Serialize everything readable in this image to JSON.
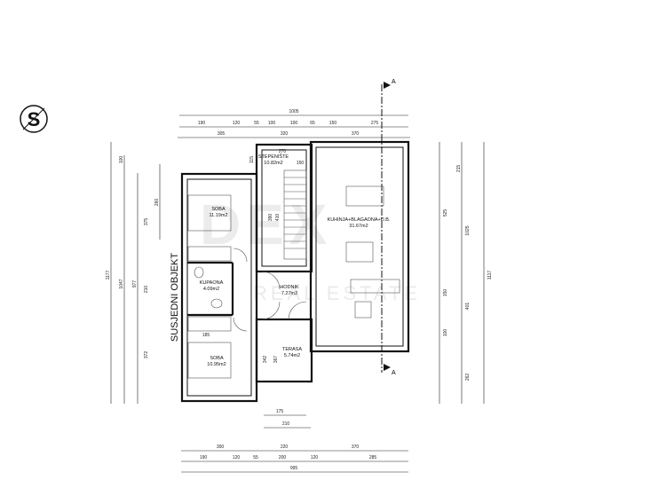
{
  "rooms": {
    "stairs": {
      "name": "STEPENIŠTE",
      "area": "10.82m2"
    },
    "bedroom1": {
      "name": "SOBA",
      "area": "11.19m2"
    },
    "kitchen": {
      "name": "KUHINJA+BLAGAONA+D.B.",
      "area": "31.67m2"
    },
    "bathroom": {
      "name": "KUPAONA",
      "area": "4.09m2"
    },
    "hallway": {
      "name": "HODNIK",
      "area": "7.27m2"
    },
    "terrace": {
      "name": "TERASA",
      "area": "5.74m2"
    },
    "bedroom2": {
      "name": "SOBA",
      "area": "10.95m2"
    }
  },
  "neighbor_label": "SUSJEDNI OBJEKT",
  "section_marker": "A",
  "watermark": {
    "logo": "DEX",
    "sub": "REAL ESTATE"
  },
  "dimensions": {
    "top_total": "1005",
    "top_row2": [
      "190",
      "120",
      "55",
      "100",
      "100",
      "65",
      "150",
      "275"
    ],
    "top_row3": [
      "305",
      "320",
      "370"
    ],
    "bottom_row1": [
      "300",
      "220",
      "370"
    ],
    "bottom_row2": [
      "190",
      "120",
      "55",
      "200",
      "120",
      "285"
    ],
    "bottom_total": "995",
    "terrace_w1": "175",
    "terrace_w2": "210",
    "left": [
      "1177",
      "1047",
      "977",
      "375",
      "210",
      "372",
      "260",
      "100"
    ],
    "right": [
      "1117",
      "1025",
      "525",
      "215",
      "150",
      "401",
      "100",
      "262"
    ],
    "inner": [
      "270",
      "115",
      "410",
      "390",
      "150",
      "185",
      "342",
      "367"
    ]
  }
}
